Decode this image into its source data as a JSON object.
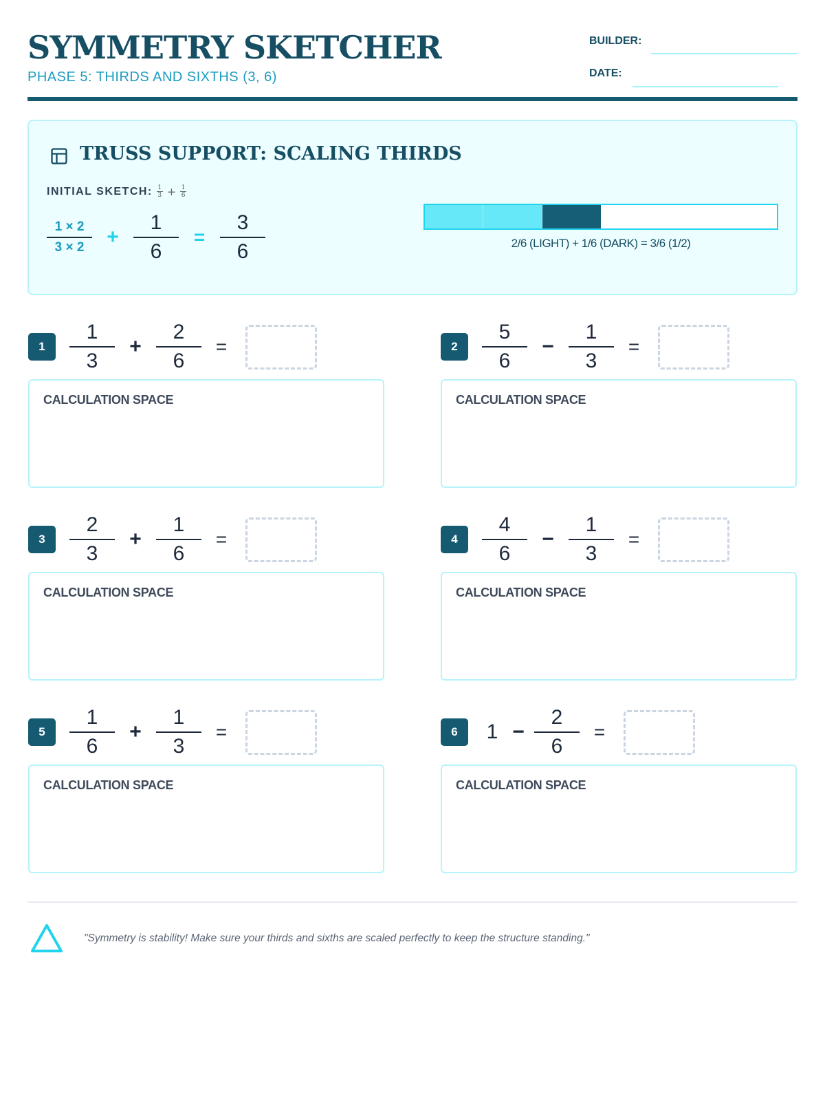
{
  "header": {
    "title": "SYMMETRY SKETCHER",
    "subtitle": "PHASE 5: THIRDS AND SIXTHS (3, 6)",
    "builder_label": "BUILDER:",
    "date_label": "DATE:"
  },
  "lesson": {
    "icon": "layout-icon",
    "title": "TRUSS SUPPORT: SCALING THIRDS",
    "initial_sketch_label": "INITIAL SKETCH:",
    "initial_sketch": {
      "a_num": "1",
      "a_den": "3",
      "op": "+",
      "b_num": "1",
      "b_den": "6"
    },
    "worked": {
      "a_num": "1 × 2",
      "a_den": "3 × 2",
      "op": "+",
      "b_num": "1",
      "b_den": "6",
      "eq": "=",
      "r_num": "3",
      "r_den": "6"
    },
    "model": {
      "total_parts": 6,
      "light_parts": 2,
      "dark_parts": 1,
      "light_color": "#67e8f9",
      "dark_color": "#155e75"
    },
    "caption": "2/6 (LIGHT) + 1/6 (DARK) = 3/6 (1/2)"
  },
  "problems": [
    {
      "number": "1",
      "a_num": "1",
      "a_den": "3",
      "op": "+",
      "b_num": "2",
      "b_den": "6",
      "eq": "=",
      "calc_label": "CALCULATION SPACE"
    },
    {
      "number": "2",
      "a_num": "5",
      "a_den": "6",
      "op": "−",
      "b_num": "1",
      "b_den": "3",
      "eq": "=",
      "calc_label": "CALCULATION SPACE"
    },
    {
      "number": "3",
      "a_num": "2",
      "a_den": "3",
      "op": "+",
      "b_num": "1",
      "b_den": "6",
      "eq": "=",
      "calc_label": "CALCULATION SPACE"
    },
    {
      "number": "4",
      "a_num": "4",
      "a_den": "6",
      "op": "−",
      "b_num": "1",
      "b_den": "3",
      "eq": "=",
      "calc_label": "CALCULATION SPACE"
    },
    {
      "number": "5",
      "a_num": "1",
      "a_den": "6",
      "op": "+",
      "b_num": "1",
      "b_den": "3",
      "eq": "=",
      "calc_label": "CALCULATION SPACE"
    },
    {
      "number": "6",
      "whole": "1",
      "op": "−",
      "b_num": "2",
      "b_den": "6",
      "eq": "=",
      "calc_label": "CALCULATION SPACE"
    }
  ],
  "footer": {
    "icon": "triangle-icon",
    "quote": "\"Symmetry is stability! Make sure your thirds and sixths are scaled perfectly to keep the structure standing.\""
  }
}
